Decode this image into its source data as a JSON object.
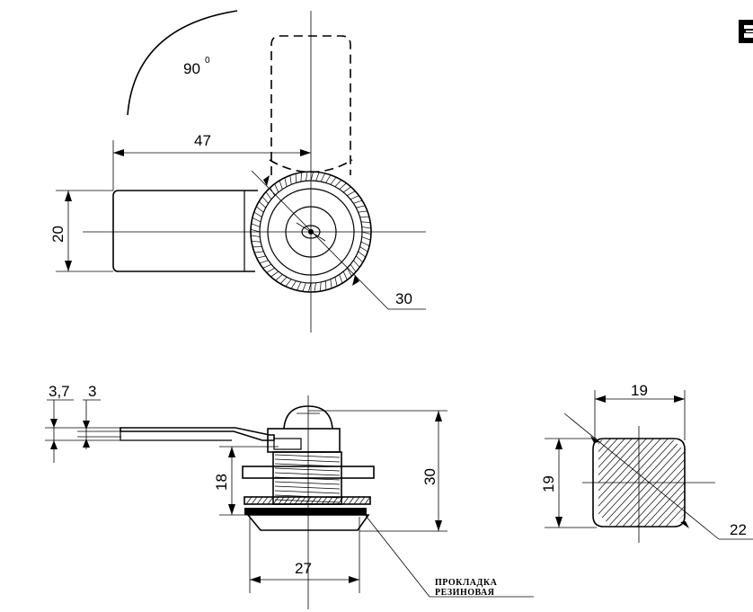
{
  "top_view": {
    "angle_label": "90",
    "angle_sup": "0",
    "width_label": "47",
    "height_label": "20",
    "diameter_label": "30"
  },
  "side_view": {
    "label_3_7": "3,7",
    "label_3": "3",
    "label_18": "18",
    "label_30": "30",
    "label_27": "27",
    "gasket_line1": "ПРОКЛАДКА",
    "gasket_line2": "РЕЗИНОВАЯ"
  },
  "section_view": {
    "width_label": "19",
    "height_label": "19",
    "diameter_label": "22"
  }
}
